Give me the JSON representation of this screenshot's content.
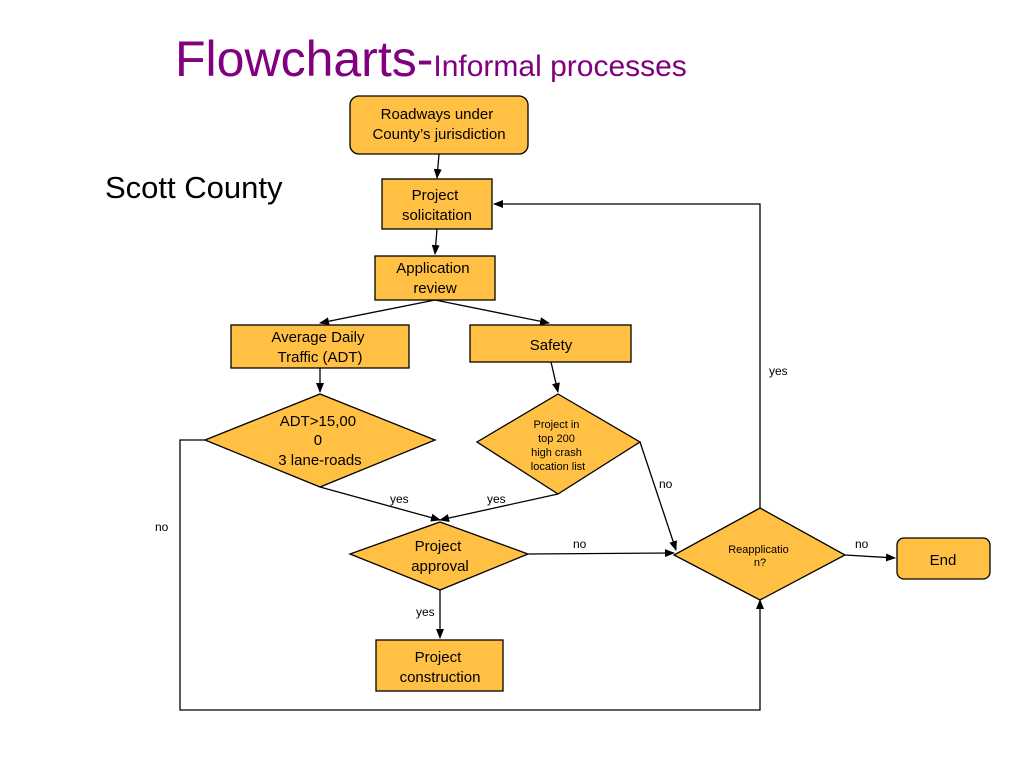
{
  "title": {
    "main": "Flowcharts-",
    "sub": "Informal processes"
  },
  "subtitle": "Scott County",
  "colors": {
    "title": "#800080",
    "node_fill": "#FFC044",
    "stroke": "#000000"
  },
  "nodes": {
    "roadways": [
      "Roadways under",
      "County’s jurisdiction"
    ],
    "solicitation": [
      "Project",
      "solicitation"
    ],
    "review": [
      "Application",
      "review"
    ],
    "adt": [
      "Average Daily",
      "Traffic (ADT)"
    ],
    "safety": [
      "Safety"
    ],
    "adt_decision": [
      "ADT>15,00",
      "0",
      "3 lane-roads"
    ],
    "crash_decision": [
      "Project in",
      "top 200",
      "high crash",
      "location list"
    ],
    "approval": [
      "Project",
      "approval"
    ],
    "reapplication": [
      "Reapplicatio",
      "n?"
    ],
    "end": [
      "End"
    ],
    "construction": [
      "Project",
      "construction"
    ]
  },
  "edge_labels": {
    "adt_yes": "yes",
    "crash_yes": "yes",
    "adt_no": "no",
    "crash_no": "no",
    "approval_no": "no",
    "approval_yes": "yes",
    "reapp_yes": "yes",
    "reapp_no": "no"
  }
}
